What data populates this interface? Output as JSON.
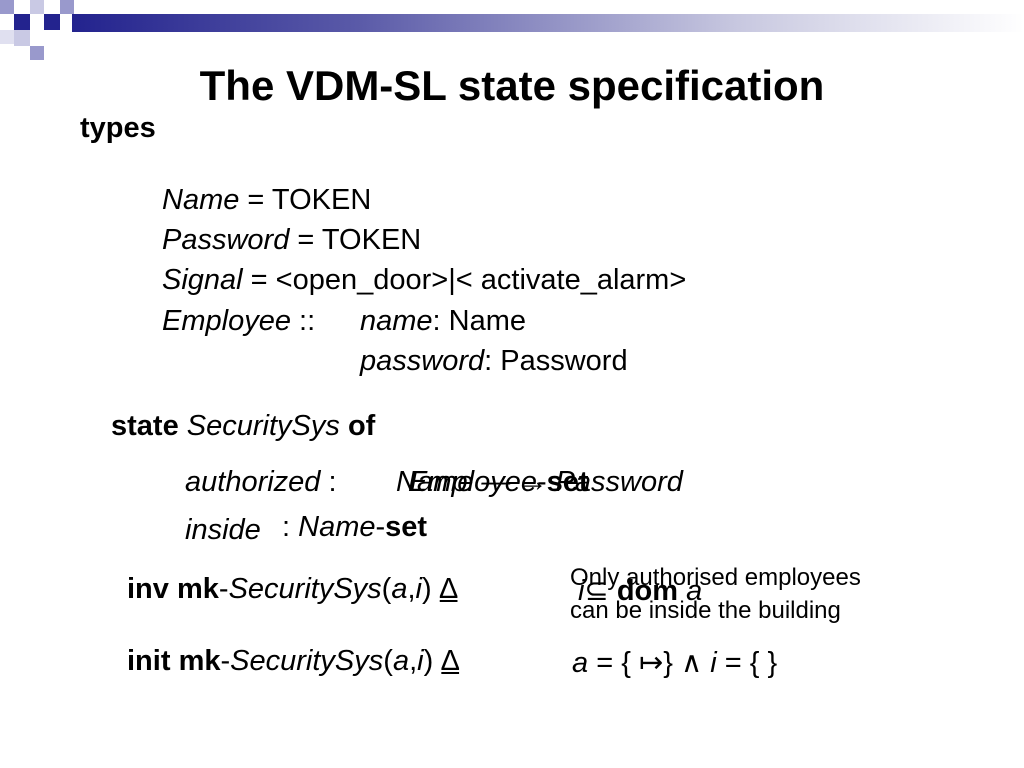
{
  "slide": {
    "title": "The VDM-SL state specification",
    "types_keyword": "types",
    "type_defs": {
      "name_lhs": "Name",
      "name_rhs": " = TOKEN",
      "password_lhs": "Password",
      "password_rhs": " = TOKEN",
      "signal_lhs": "Signal",
      "signal_rhs": " = <open_door>|< activate_alarm>",
      "employee_lhs": "Employee",
      "employee_sep": " ::",
      "field1_name": "name",
      "field1_type": ": Name",
      "field2_name": "password",
      "field2_type": ": Password"
    },
    "state": {
      "keyword": "state",
      "name": "SecuritySys",
      "of": "of",
      "authorized_label": "authorized",
      "authorized_colon": " :",
      "authorized_type_old": "Name",
      "authorized_type_old_tail": " — → Password",
      "authorized_type_new": "Employee",
      "authorized_set": "set",
      "inside_label": "inside",
      "inside_colon": " : ",
      "inside_type": "Name",
      "inside_set": "set"
    },
    "inv": {
      "kw": "inv",
      "mk": "mk",
      "dash": "-",
      "fn": "SecuritySys",
      "open": "(",
      "a": "a",
      "comma": ",",
      "i": "i",
      "close": ")",
      "delta": "∆",
      "expr_i": "i",
      "subseteq": "⊆",
      "dom": "dom",
      "expr_a": "a"
    },
    "init": {
      "kw": "init",
      "mk": "mk",
      "dash": "-",
      "fn": "SecuritySys",
      "open": "(",
      "a": "a",
      "comma": ",",
      "i": "i",
      "close": ")",
      "delta": "∆",
      "expr_a": "a",
      "expr_mid": " = { ",
      "maplet": "↦",
      "expr_mid2": "} ",
      "and": "∧",
      "expr_i": "i",
      "expr_end": " = { }"
    },
    "note": {
      "line1": "Only authorised employees",
      "line2": "can be inside the building"
    }
  },
  "colors": {
    "header_dark": "#23238e",
    "header_light": "#9999cc"
  }
}
